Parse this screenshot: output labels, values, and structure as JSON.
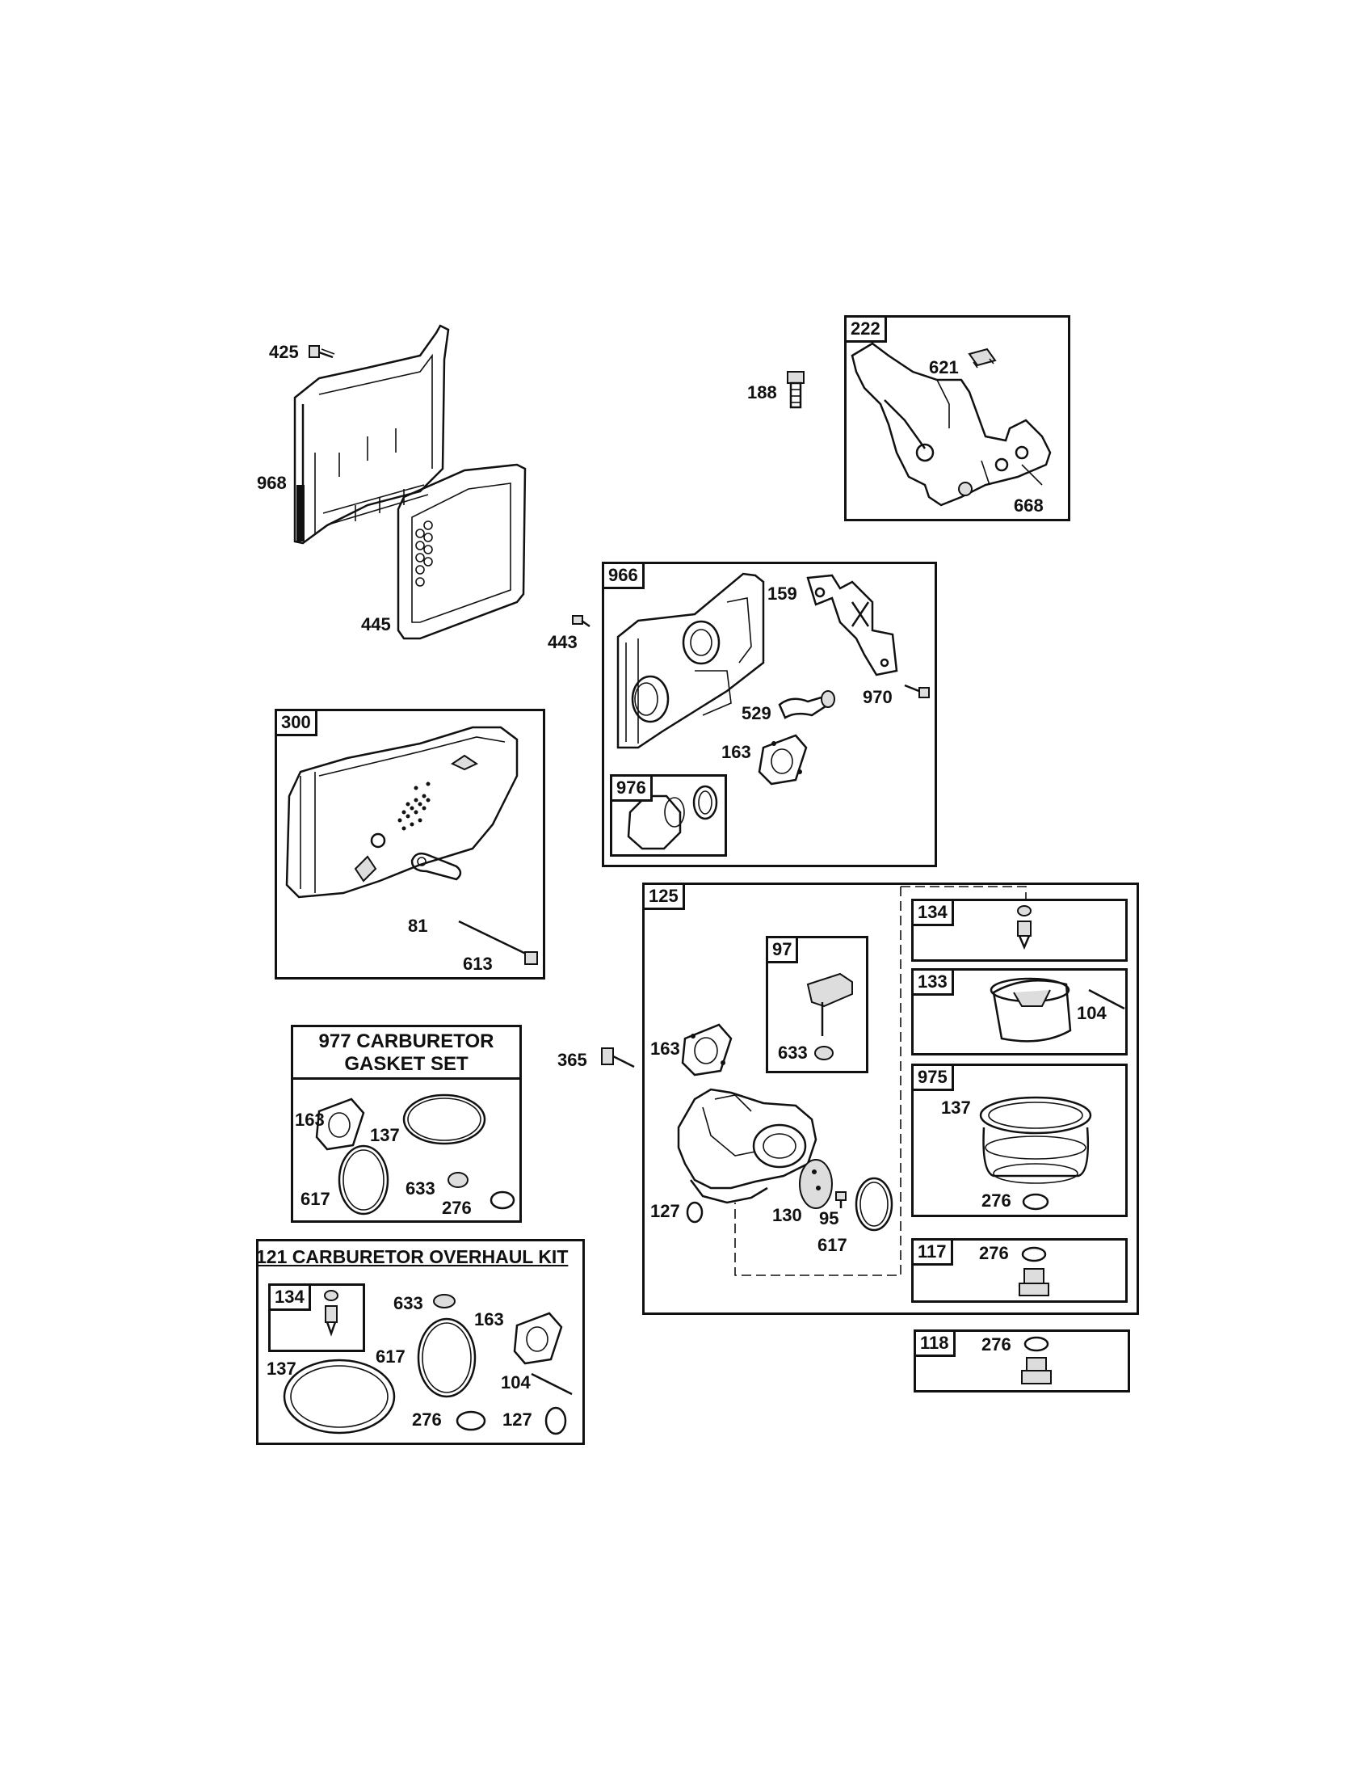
{
  "labels": {
    "p425": "425",
    "p968": "968",
    "p445": "445",
    "p188": "188",
    "p621": "621",
    "p668": "668",
    "p443": "443",
    "p159": "159",
    "p970": "970",
    "p529": "529",
    "p163a": "163",
    "p81": "81",
    "p613": "613",
    "p365": "365",
    "p163b": "163",
    "p633a": "633",
    "p127a": "127",
    "p130": "130",
    "p95": "95",
    "p617a": "617",
    "p104a": "104",
    "p137a": "137",
    "p276a": "276",
    "p276b": "276",
    "p276c": "276",
    "p163c": "163",
    "p137b": "137",
    "p617b": "617",
    "p633b": "633",
    "p276d": "276",
    "p633c": "633",
    "p163d": "163",
    "p617c": "617",
    "p137c": "137",
    "p104b": "104",
    "p276e": "276",
    "p127b": "127"
  },
  "tags": {
    "t222": "222",
    "t966": "966",
    "t976": "976",
    "t300": "300",
    "t125": "125",
    "t97": "97",
    "t134a": "134",
    "t133": "133",
    "t975": "975",
    "t117": "117",
    "t118": "118",
    "t134b": "134"
  },
  "kits": {
    "k977_line1": "977 CARBURETOR",
    "k977_line2": "GASKET SET",
    "k121": "121 CARBURETOR OVERHAUL KIT"
  }
}
